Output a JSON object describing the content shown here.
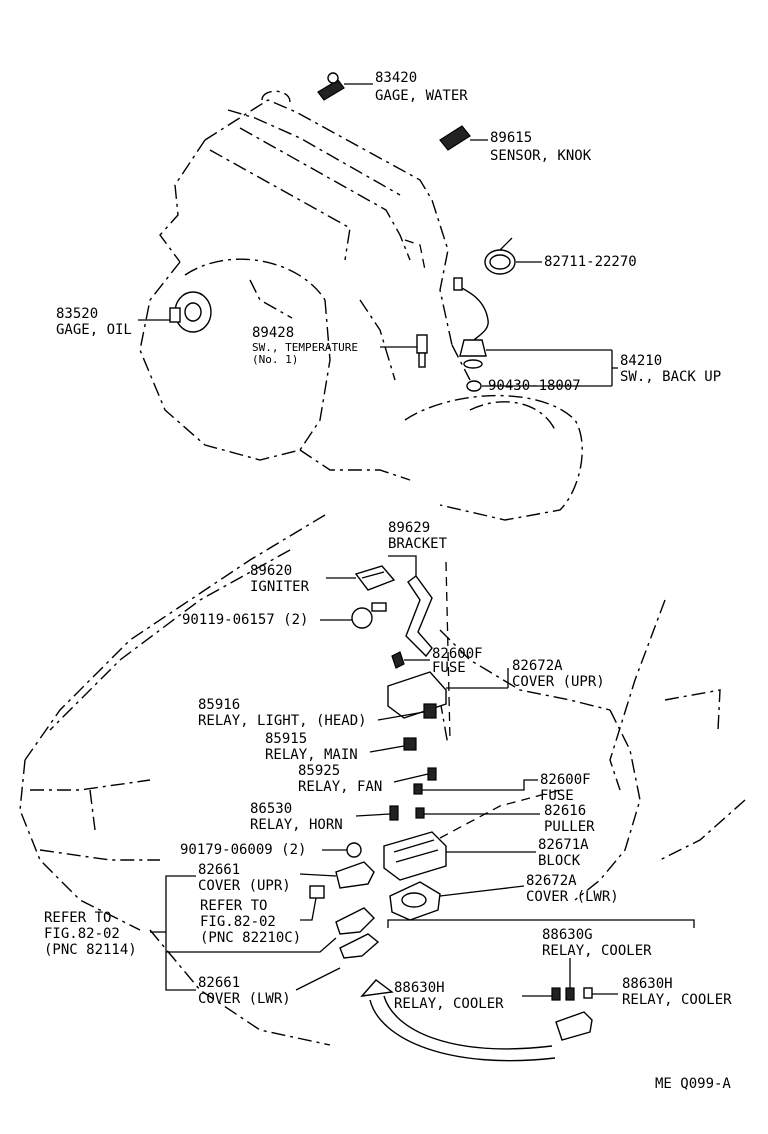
{
  "labels": {
    "p83420": {
      "number": "83420",
      "name": "GAGE, WATER"
    },
    "p89615": {
      "number": "89615",
      "name": "SENSOR, KNOK"
    },
    "p82711": {
      "number": "82711-22270"
    },
    "p83520": {
      "number": "83520",
      "name": "GAGE, OIL"
    },
    "p89428": {
      "number": "89428",
      "name": "SW., TEMPERATURE",
      "note": "(No. 1)"
    },
    "p84210": {
      "number": "84210",
      "name": "SW., BACK UP"
    },
    "p90430": {
      "number": "90430-18007"
    },
    "p89629": {
      "number": "89629",
      "name": "BRACKET"
    },
    "p89620": {
      "number": "89620",
      "name": "IGNITER"
    },
    "p90119": {
      "number": "90119-06157 (2)"
    },
    "p82600F_a": {
      "number": "82600F",
      "name": "FUSE"
    },
    "p82672A_upr": {
      "number": "82672A",
      "name": "COVER (UPR)"
    },
    "p85916": {
      "number": "85916",
      "name": "RELAY, LIGHT, (HEAD)"
    },
    "p85915": {
      "number": "85915",
      "name": "RELAY, MAIN"
    },
    "p85925": {
      "number": "85925",
      "name": "RELAY, FAN"
    },
    "p82600F_b": {
      "number": "82600F",
      "name": "FUSE"
    },
    "p86530": {
      "number": "86530",
      "name": "RELAY, HORN"
    },
    "p82616": {
      "number": "82616",
      "name": "PULLER"
    },
    "p90179": {
      "number": "90179-06009 (2)"
    },
    "p82671A": {
      "number": "82671A",
      "name": "BLOCK"
    },
    "p82661_upr": {
      "number": "82661",
      "name": "COVER (UPR)"
    },
    "p82672A_lwr": {
      "number": "82672A",
      "name": "COVER (LWR)"
    },
    "ref_a": {
      "line1": "REFER TO",
      "line2": "FIG.82-02",
      "line3": "(PNC 82114)"
    },
    "ref_b": {
      "line1": "REFER TO",
      "line2": "FIG.82-02",
      "line3": "(PNC 82210C)"
    },
    "p88630G": {
      "number": "88630G",
      "name": "RELAY, COOLER"
    },
    "p82661_lwr": {
      "number": "82661",
      "name": "COVER (LWR)"
    },
    "p88630H_l": {
      "number": "88630H",
      "name": "RELAY, COOLER"
    },
    "p88630H_r": {
      "number": "88630H",
      "name": "RELAY, COOLER"
    },
    "code": "ME  Q099-A"
  }
}
